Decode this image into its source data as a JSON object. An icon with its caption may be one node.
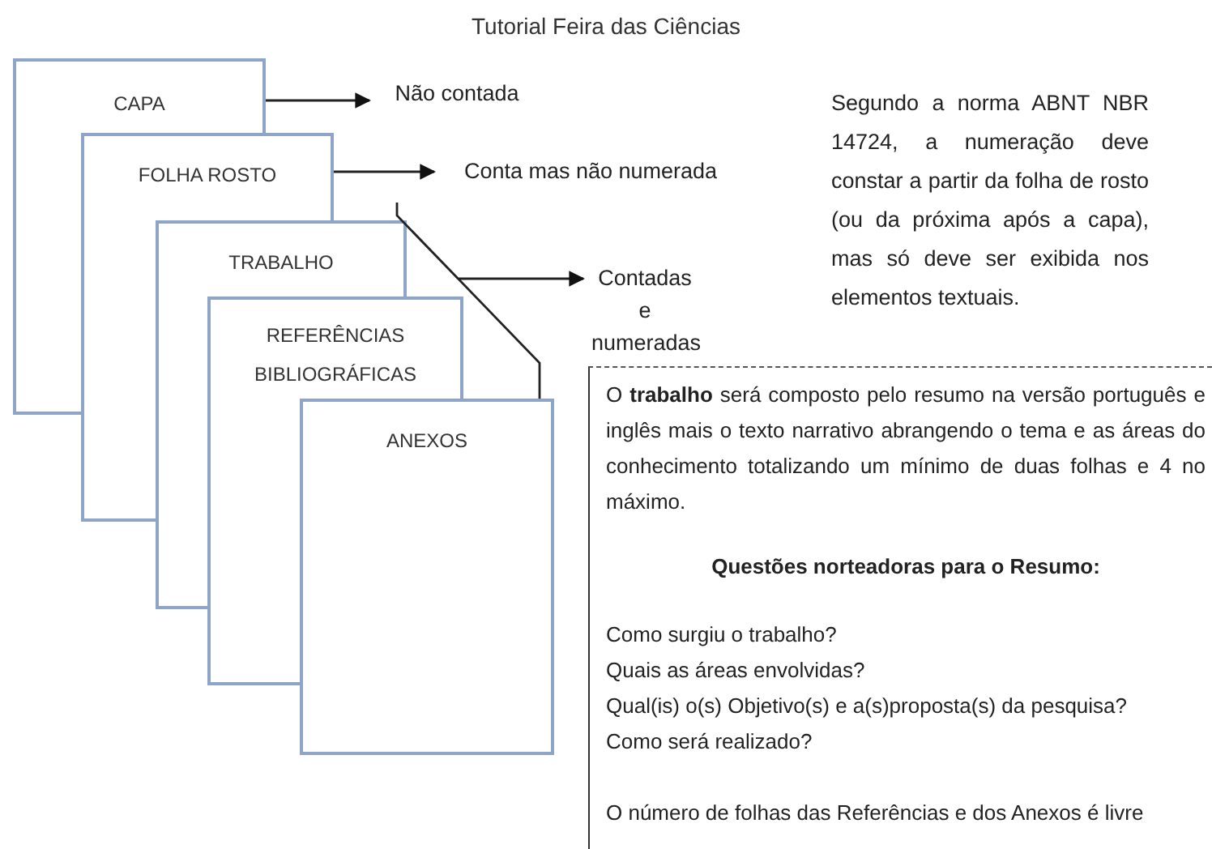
{
  "diagram": {
    "title": "Tutorial Feira das Ciências",
    "nodes": [
      {
        "text": [
          "CAPA"
        ]
      },
      {
        "text": [
          "Não contada"
        ]
      },
      {
        "text": [
          "FOLHA ROSTO"
        ]
      },
      {
        "text": [
          "Conta mas não numerada"
        ]
      },
      {
        "text": [
          "TRABALHO"
        ]
      },
      {
        "text": [
          "REFERÊNCIAS BIBLIOGRÁFICAS"
        ]
      },
      {
        "text": [
          "ANEXOS"
        ]
      },
      {
        "text": [
          "Contadas e numeradas"
        ]
      },
      {
        "text": [
          "O **trabalho** será composto pelo resumo na versão português e inglês mais o texto narrativo abrangendo o tema e as áreas do conhecimento totalizando um mínimo de duas folhas e 4 no máximo.",
          "Questões norteadoras para o Resumo:",
          "Como surgiu o trabalho?",
          "Quais as áreas envolvidas?",
          "Qual(is) o(s) Objetivo(s) e a(s)proposta(s) da pesquisa?",
          "Como será realizado?",
          "O número de folhas das Referências e dos Anexos é livre"
        ]
      }
    ],
    "edges": [
      {
        "from": 0,
        "to": 1,
        "arrow": "to"
      },
      {
        "from": 2,
        "to": 3,
        "arrow": "to"
      },
      {
        "from": 4,
        "to": 7,
        "arrow": "to"
      },
      {
        "from": 5,
        "to": 7,
        "arrow": "to"
      },
      {
        "from": 6,
        "to": 7,
        "arrow": "to"
      }
    ],
    "labels": [
      "Segundo a norma ABNT NBR 14724, a numeração deve constar a partir da folha de rosto (ou da próxima após a capa), mas só deve ser exibida nos elementos textuais."
    ]
  }
}
